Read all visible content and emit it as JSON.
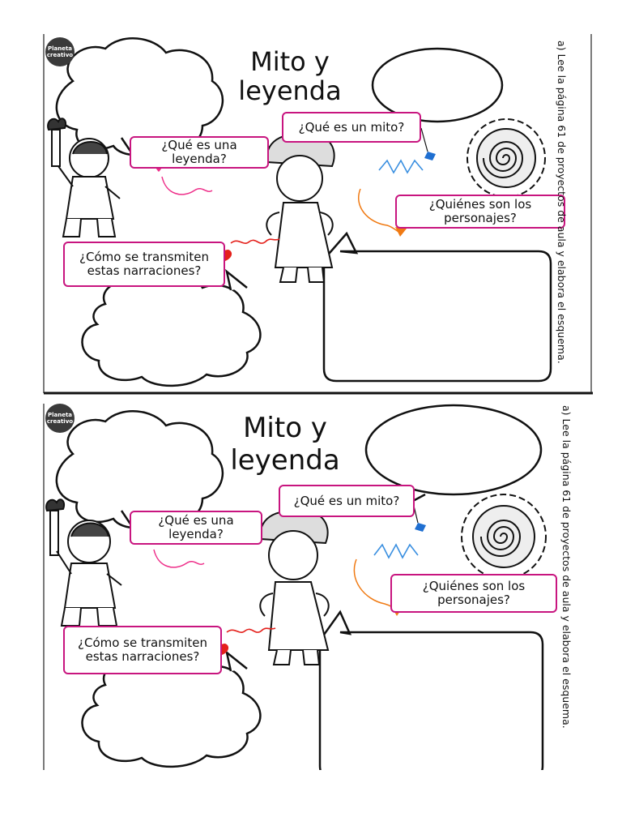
{
  "worksheet": {
    "badge_text": "Planeta creativo",
    "title_line1": "Mito y",
    "title_line2": "leyenda",
    "instruction": "a) Lee la página 61 de proyectos de aula y elabora el esquema.",
    "questions": {
      "mito": "¿Qué es un mito?",
      "leyenda": "¿Qué es una leyenda?",
      "personajes": "¿Quiénes son los personajes?",
      "narraciones": "¿Cómo se transmiten estas narraciones?"
    },
    "colors": {
      "box_border": "#c8157f",
      "pink_pin": "#ee2e89",
      "blue_pin": "#1f6fd1",
      "orange_pin": "#f07a13",
      "red_pin": "#e4201b"
    },
    "icons": [
      "torch-figure-icon",
      "greek-goddess-icon",
      "sun-spiral-icon"
    ]
  }
}
